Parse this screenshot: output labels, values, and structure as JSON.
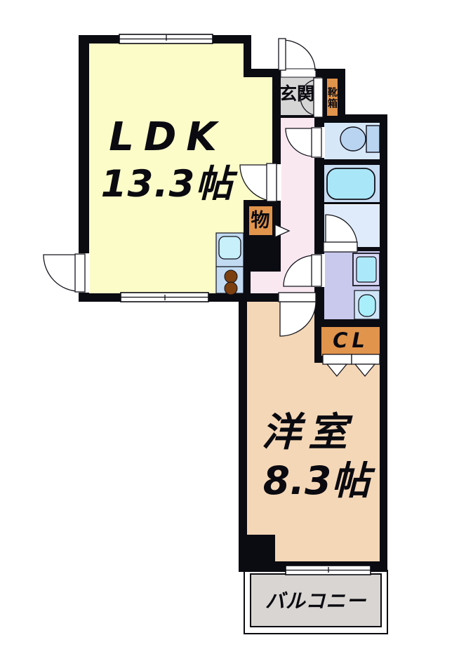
{
  "rooms": {
    "ldk": {
      "label": "LDK",
      "size": "13.3帖"
    },
    "western_room": {
      "label": "洋室",
      "size": "8.3帖"
    },
    "entrance": {
      "label": "玄関"
    },
    "shoe_box": {
      "label": "靴箱"
    },
    "storage": {
      "label": "物"
    },
    "closet": {
      "label": "CL"
    },
    "balcony": {
      "label": "バルコニー"
    }
  },
  "fixtures": {
    "toilet": "toilet-icon",
    "bathtub": "bathtub-icon",
    "washing_machine": "washing-machine-icon",
    "vanity_sink": "sink-icon",
    "kitchen_sink": "kitchen-sink-icon",
    "stove": "stove-burners-icon",
    "storage_arrow": "arrow-right-icon",
    "closet_doors": "folding-door-icon"
  },
  "colors": {
    "ldk_fill": "#FCFCC9",
    "western_fill": "#F4D7B7",
    "hall_fill": "#FAE8F0",
    "entrance_fill": "#D5D5D5",
    "accent_orange": "#E1944C",
    "toilet_fill": "#D6E7F8",
    "bath_fill": "#C8DCF2",
    "bath_entry_fill": "#DFEBFA",
    "washroom_fill": "#C9C9EE",
    "water_cyan": "#A9E7F8",
    "kitchen_fill": "#C2DBF2",
    "balcony_fill": "#D8D5D2",
    "wall": "#0B0B12"
  }
}
